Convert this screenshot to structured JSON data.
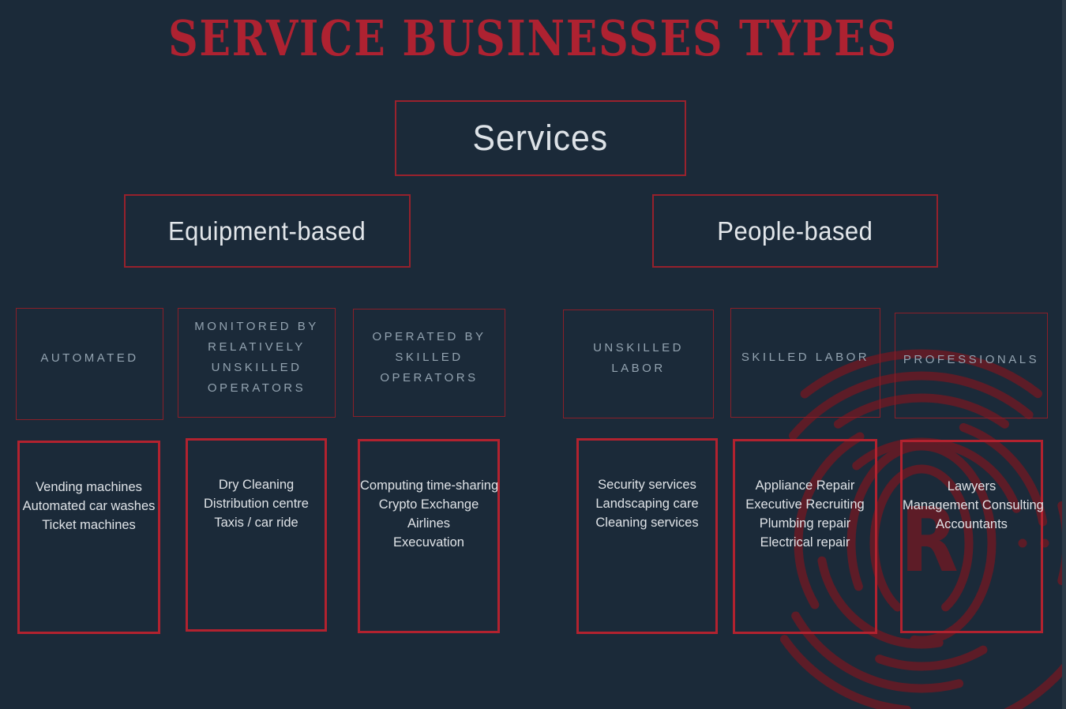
{
  "title": "SERVICE BUSINESSES TYPES",
  "colors": {
    "background": "#1b2a39",
    "accent_red_border": "#b2222f",
    "thin_red_border": "#8a1f29",
    "title_red": "#ae2231",
    "watermark_dark_red": "#5d1c27",
    "category_label_gray": "#93a3b0",
    "item_text_light": "#dfe3e7"
  },
  "root": {
    "label": "Services"
  },
  "branches": [
    {
      "label": "Equipment-based"
    },
    {
      "label": "People-based"
    }
  ],
  "categories": [
    {
      "label": "AUTOMATED",
      "items": [
        "Vending machines",
        "Automated car washes",
        "Ticket machines"
      ]
    },
    {
      "label": "MONITORED BY RELATIVELY UNSKILLED OPERATORS",
      "items": [
        "Dry Cleaning",
        "Distribution centre",
        "Taxis / car ride"
      ]
    },
    {
      "label": "OPERATED BY SKILLED OPERATORS",
      "items": [
        "Computing time-sharing",
        "Crypto Exchange",
        "Airlines",
        "Execuvation"
      ]
    },
    {
      "label": "UNSKILLED LABOR",
      "items": [
        "Security services",
        "Landscaping care",
        "Cleaning services"
      ]
    },
    {
      "label": "SKILLED LABOR",
      "items": [
        "Appliance Repair",
        "Executive Recruiting",
        "Plumbing repair",
        "Electrical repair"
      ]
    },
    {
      "label": "PROFESSIONALS",
      "items": [
        "Lawyers",
        "Management Consulting",
        "Accountants"
      ]
    }
  ],
  "watermark": {
    "letter": "R"
  }
}
